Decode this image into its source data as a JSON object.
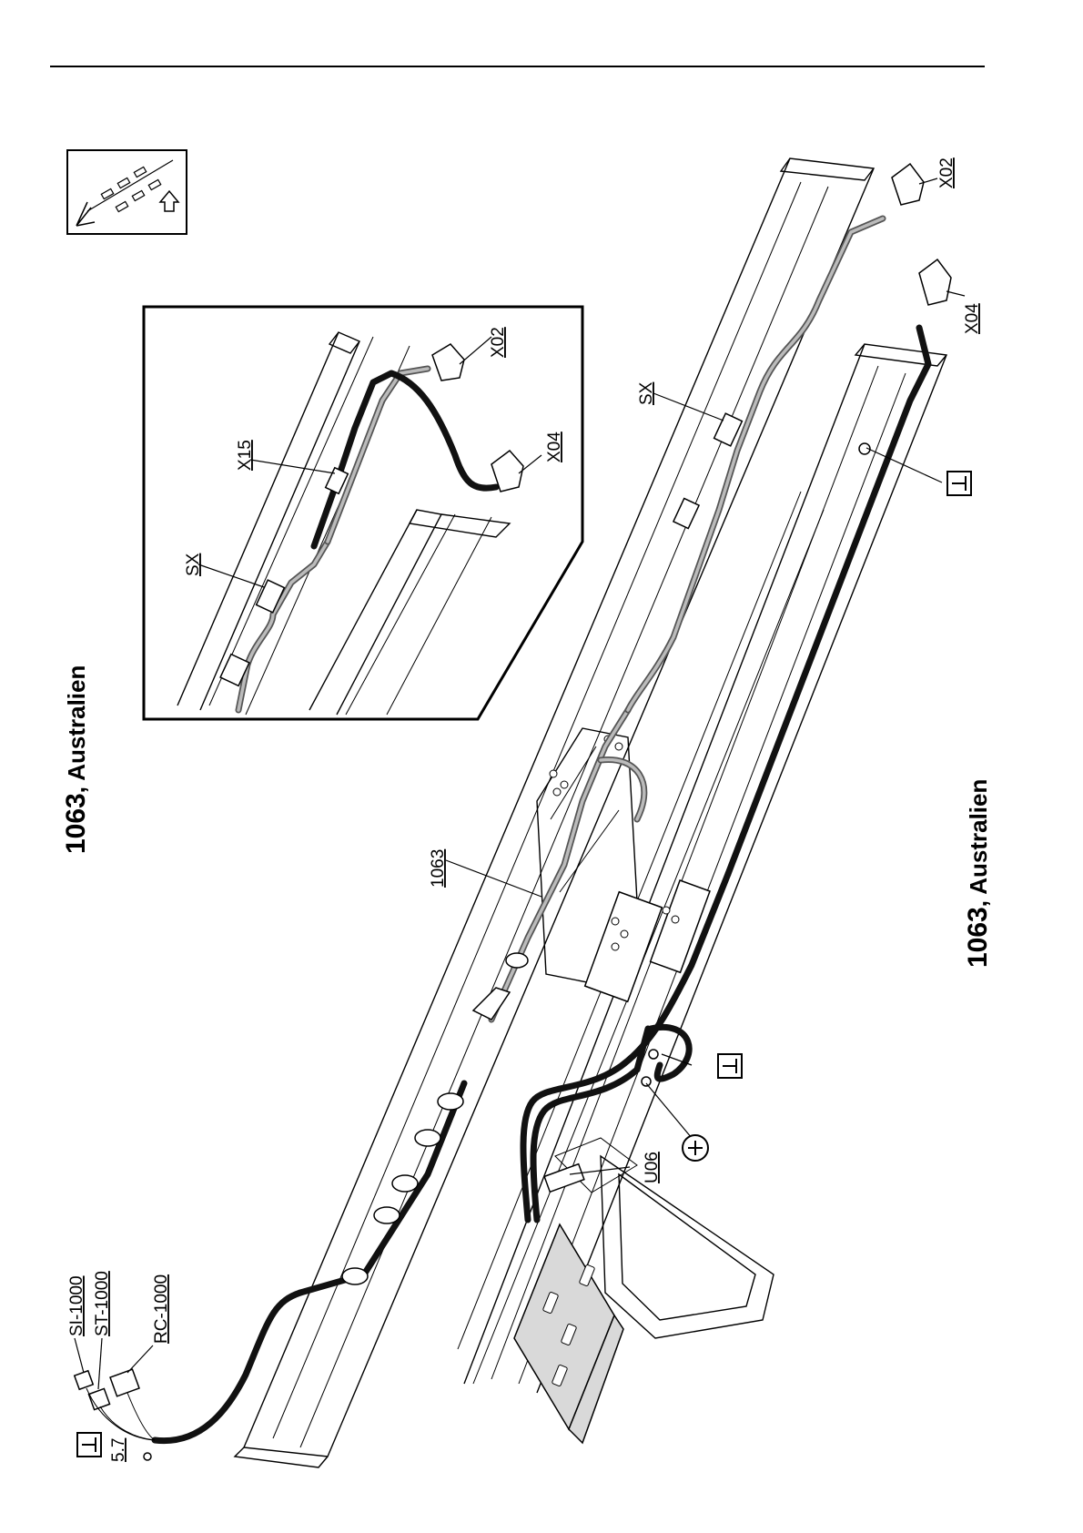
{
  "diagram": {
    "title_upper": {
      "number": "1063",
      "suffix": ", Australien"
    },
    "title_lower": {
      "number": "1063",
      "suffix": ", Australien"
    },
    "labels": {
      "si1000": "SI-1000",
      "st1000": "ST-1000",
      "rc1000": "RC-1000",
      "ground_ref": "5.7",
      "harness": "1063",
      "u06": "U06",
      "sx_main": "SX",
      "x02_main": "X02",
      "x04_main": "X04",
      "sx_inset": "SX",
      "x15_inset": "X15",
      "x02_inset": "X02",
      "x04_inset": "X04"
    },
    "symbols": {
      "ground": "ground-symbol",
      "positive": "positive-terminal-symbol",
      "orientation": "vehicle-orientation-icon"
    }
  }
}
